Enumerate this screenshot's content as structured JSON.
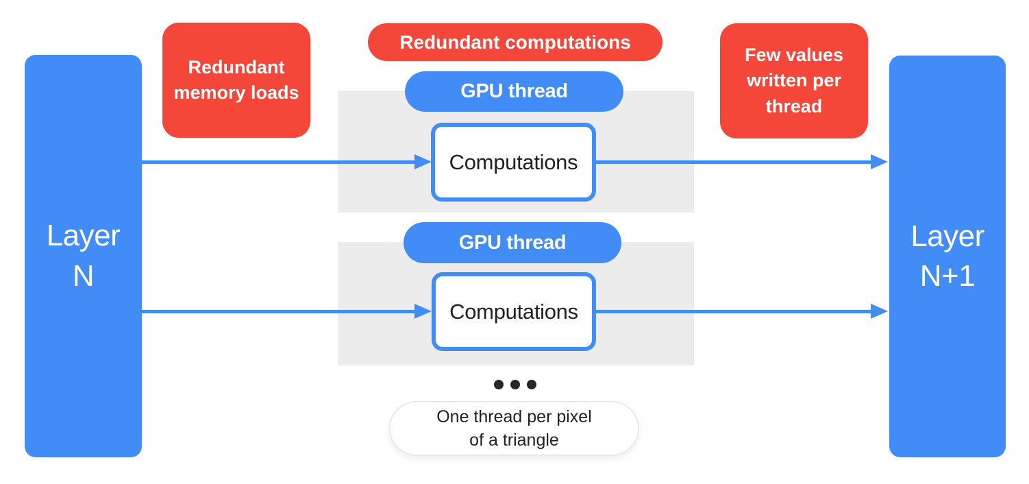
{
  "diagram": {
    "layer_left": {
      "line1": "Layer",
      "line2": "N"
    },
    "layer_right": {
      "line1": "Layer",
      "line2": "N+1"
    },
    "callouts": {
      "memory": "Redundant memory loads",
      "computations": "Redundant computations",
      "few_values": "Few values written per thread"
    },
    "thread_groups": [
      {
        "pill": "GPU thread",
        "box": "Computations"
      },
      {
        "pill": "GPU thread",
        "box": "Computations"
      }
    ],
    "note": {
      "line1": "One thread per pixel",
      "line2": "of a triangle"
    }
  },
  "colors": {
    "blue": "#428CF7",
    "red": "#F4473A",
    "panel_gray": "#ECECEC",
    "text_dark": "#202124",
    "text_white": "#FFFFFF",
    "note_border": "#E9E9E9",
    "dot_color": "#26282B"
  }
}
